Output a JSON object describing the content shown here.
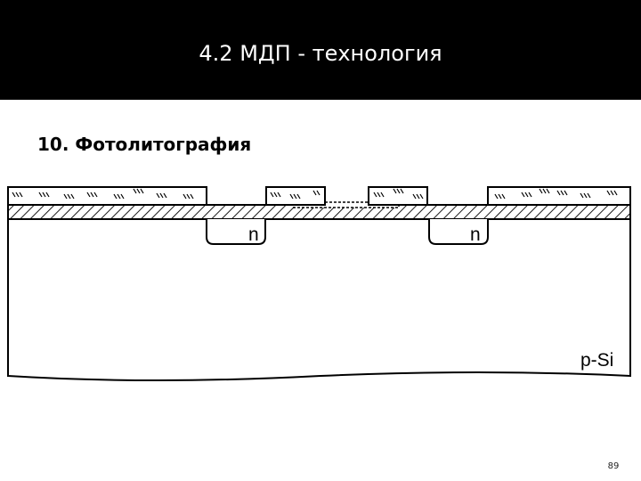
{
  "slide": {
    "title": "4.2 МДП - технология",
    "heading": "10. Фотолитография",
    "page_number": "89"
  },
  "diagram": {
    "substrate_label": "p-Si",
    "region_labels": [
      "n",
      "n"
    ],
    "colors": {
      "title_background": "#000000",
      "title_text": "#ffffff",
      "stroke": "#000000",
      "background": "#ffffff"
    }
  }
}
